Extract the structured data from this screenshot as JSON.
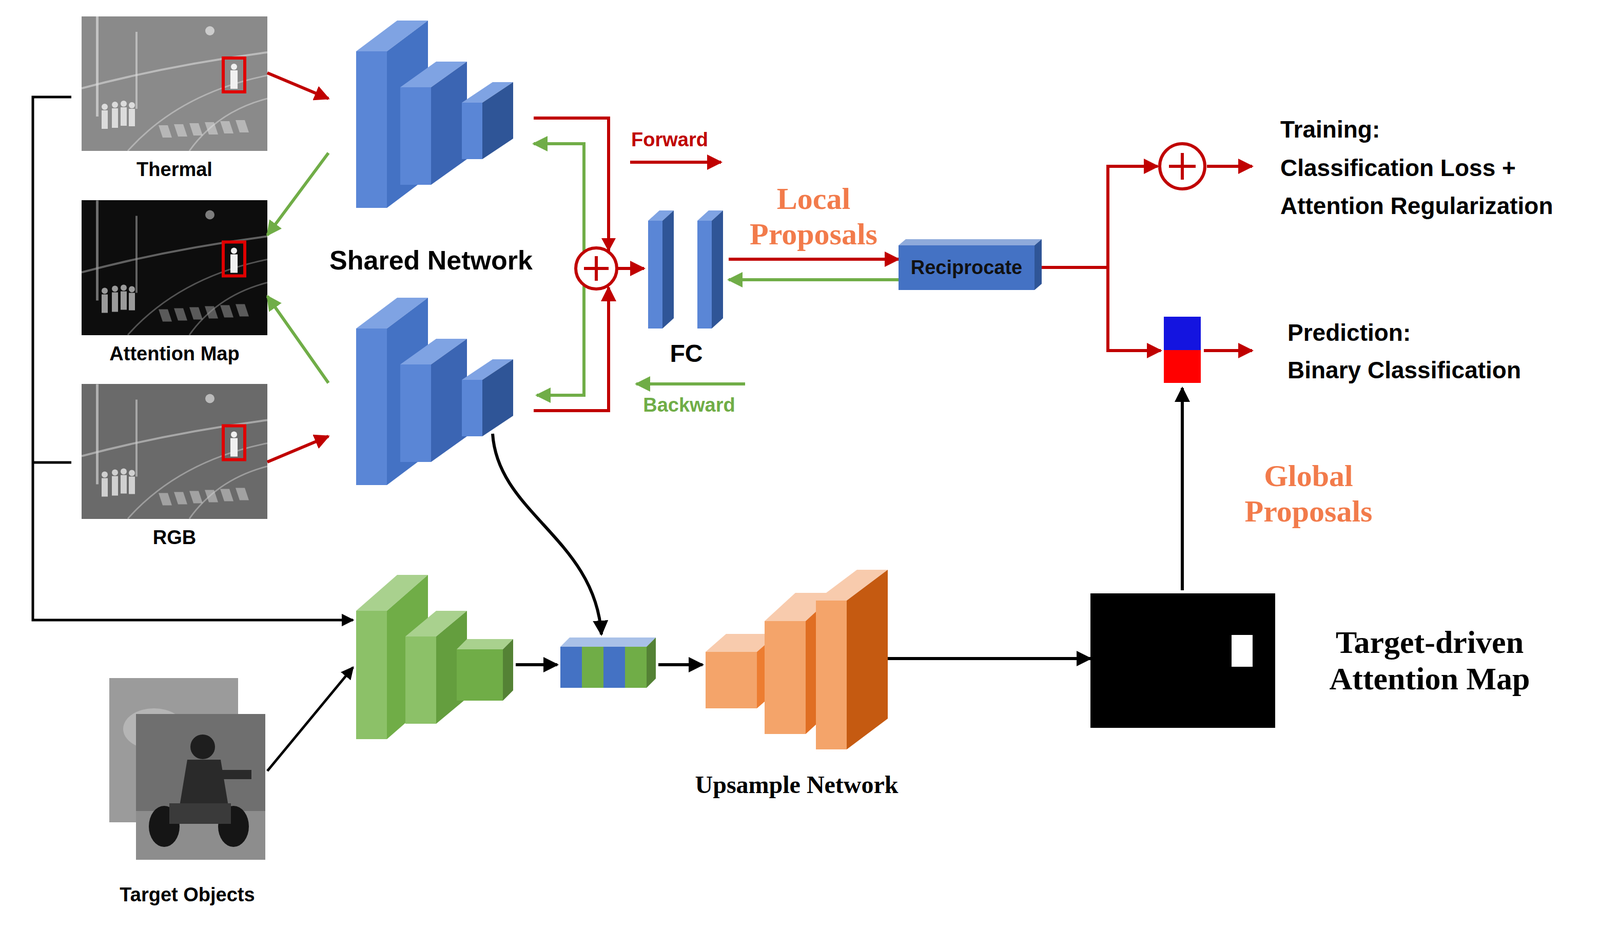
{
  "diagram": {
    "nodes": [
      {
        "text": [
          "Thermal"
        ]
      },
      {
        "text": [
          "Attention Map"
        ]
      },
      {
        "text": [
          "RGB"
        ]
      },
      {
        "text": [
          "Shared Network"
        ]
      },
      {
        "text": [
          "FC"
        ]
      },
      {
        "text": [
          "Reciprocate"
        ]
      },
      {
        "text": [
          "Target Objects"
        ]
      },
      {
        "text": [
          "Upsample Network"
        ]
      },
      {
        "text": [
          "Target-driven Attention Map"
        ]
      }
    ],
    "edges": [
      {
        "from": 0,
        "to": 3,
        "arrow": "to"
      },
      {
        "from": 2,
        "to": 3,
        "arrow": "to"
      },
      {
        "from": 3,
        "to": 1,
        "arrow": "to"
      },
      {
        "from": 3,
        "to": 1,
        "arrow": "to"
      },
      {
        "from": 3,
        "to": 4,
        "arrow": "to"
      },
      {
        "from": 4,
        "to": 3,
        "arrow": "to"
      },
      {
        "from": 4,
        "to": 5,
        "label": "Local Proposals",
        "arrow": "to"
      },
      {
        "from": 5,
        "to": 4,
        "arrow": "to"
      },
      {
        "from": 7,
        "to": 8,
        "arrow": "to"
      }
    ],
    "labels": [
      "Forward",
      "Backward",
      "Global Proposals",
      "Training:",
      "Classification Loss + Attention Regularization",
      "Prediction:",
      "Binary Classification"
    ]
  }
}
